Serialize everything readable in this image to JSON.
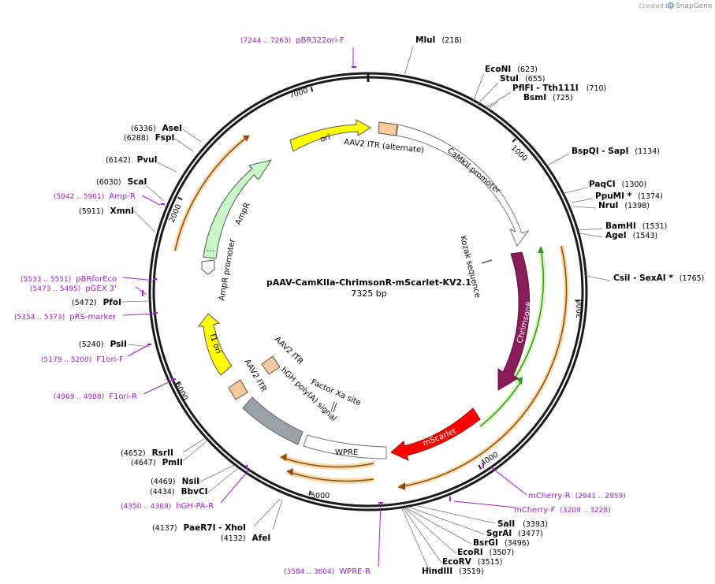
{
  "credit": {
    "text": "Created by",
    "brand": "SnapGene"
  },
  "plasmid": {
    "name": "pAAV-CamKIIa-ChrimsonR-mScarlet-KV2.1",
    "length_label": "7325 bp",
    "length": 7325
  },
  "ticks": [
    "1000",
    "2000",
    "3000",
    "4000",
    "5000",
    "6000",
    "7000"
  ],
  "sites": [
    {
      "name": "MluI",
      "pos": "(218)"
    },
    {
      "name": "EcoNI",
      "pos": "(623)"
    },
    {
      "name": "StuI",
      "pos": "(655)"
    },
    {
      "name": "PflFI",
      "sep": " - ",
      "name2": "Tth111I",
      "pos": "(710)"
    },
    {
      "name": "BsmI",
      "pos": "(725)"
    },
    {
      "name": "BspQI",
      "sep": " - ",
      "name2": "SapI",
      "pos": "(1134)"
    },
    {
      "name": "PaqCI",
      "pos": "(1300)"
    },
    {
      "name": "PpuMI *",
      "pos": "(1374)"
    },
    {
      "name": "NruI",
      "pos": "(1398)"
    },
    {
      "name": "BamHI",
      "pos": "(1531)"
    },
    {
      "name": "AgeI",
      "pos": "(1543)"
    },
    {
      "name": "CsiI",
      "sep": " - ",
      "name2": "SexAI *",
      "pos": "(1765)"
    },
    {
      "name": "SalI",
      "pos": "(3393)"
    },
    {
      "name": "SgrAI",
      "pos": "(3477)"
    },
    {
      "name": "BsrGI",
      "pos": "(3496)"
    },
    {
      "name": "EcoRI",
      "pos": "(3507)"
    },
    {
      "name": "EcoRV",
      "pos": "(3515)"
    },
    {
      "name": "HindIII",
      "pos": "(3519)"
    },
    {
      "name": "AfeI",
      "pos": "(4132)"
    },
    {
      "name": "PaeR7I",
      "sep": " - ",
      "name2": "XhoI",
      "pos": "(4137)"
    },
    {
      "name": "BbvCI",
      "pos": "(4434)"
    },
    {
      "name": "NsiI",
      "pos": "(4469)"
    },
    {
      "name": "PmlI",
      "pos": "(4647)"
    },
    {
      "name": "RsrII",
      "pos": "(4652)"
    },
    {
      "name": "PsiI",
      "pos": "(5240)"
    },
    {
      "name": "PfoI",
      "pos": "(5472)"
    },
    {
      "name": "XmnI",
      "pos": "(5911)"
    },
    {
      "name": "ScaI",
      "pos": "(6030)"
    },
    {
      "name": "PvuI",
      "pos": "(6142)"
    },
    {
      "name": "FspI",
      "pos": "(6288)"
    },
    {
      "name": "AseI",
      "pos": "(6336)"
    }
  ],
  "primers": [
    {
      "name": "pBR322ori-F",
      "range": "(7244 .. 7263)"
    },
    {
      "name": "mCherry-R",
      "range": "(2941 .. 2959)"
    },
    {
      "name": "mCherry-F",
      "range": "(3209 .. 3228)"
    },
    {
      "name": "WPRE-R",
      "range": "(3584 .. 3604)"
    },
    {
      "name": "hGH-PA-R",
      "range": "(4350 .. 4369)"
    },
    {
      "name": "F1ori-R",
      "range": "(4969 .. 4988)"
    },
    {
      "name": "F1ori-F",
      "range": "(5179 .. 5200)"
    },
    {
      "name": "pRS-marker",
      "range": "(5354 .. 5373)"
    },
    {
      "name": "pGEX 3'",
      "range": "(5473 .. 5495)"
    },
    {
      "name": "pBRforEco",
      "range": "(5533 .. 5551)"
    },
    {
      "name": "Amp-R",
      "range": "(5942 .. 5961)"
    }
  ],
  "features": {
    "ori": "ori",
    "itr_alt": "AAV2 ITR (alternate)",
    "camkii": "CaMKII promoter",
    "kozak": "Kozak sequence",
    "chrimsonr": "ChrimsonR",
    "mscarlet": "mScarlet",
    "wpre": "WPRE",
    "hgh": "hGH poly(A) signal",
    "factor_xa": "Factor Xa site",
    "itr1": "AAV2 ITR",
    "itr2": "AAV2 ITR",
    "f1ori": "f1 ori",
    "ampr_promoter": "AmpR promoter",
    "ampr": "AmpR"
  },
  "colors": {
    "backbone": "#1a1a1a",
    "primer": "#a020c8",
    "ori": "#ffff00",
    "itr": "#f9c89b",
    "chrimsonr": "#8b1c5a",
    "mscarlet": "#ff0000",
    "ampr": "#c8f7c8",
    "hgh": "#9aa0a8",
    "orf_glow": "#f7d9a8",
    "orf_green": "#2e9b1a",
    "orf_brown": "#8a4a10"
  }
}
